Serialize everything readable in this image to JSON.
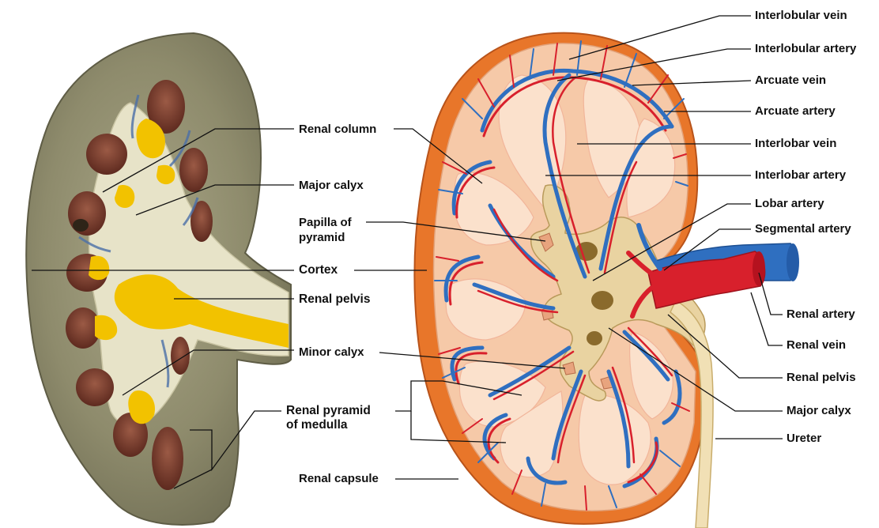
{
  "labels": {
    "renal_column": "Renal column",
    "major_calyx_left": "Major calyx",
    "papilla_line1": "Papilla of",
    "papilla_line2": "pyramid",
    "cortex": "Cortex",
    "renal_pelvis_left": "Renal pelvis",
    "minor_calyx": "Minor calyx",
    "renal_pyramid_line1": "Renal pyramid",
    "renal_pyramid_line2": "of medulla",
    "renal_capsule": "Renal capsule",
    "interlobular_vein": "Interlobular vein",
    "interlobular_artery": "Interlobular artery",
    "arcuate_vein": "Arcuate vein",
    "arcuate_artery": "Arcuate artery",
    "interlobar_vein": "Interlobar vein",
    "interlobar_artery": "Interlobar artery",
    "lobar_artery": "Lobar artery",
    "segmental_artery": "Segmental artery",
    "renal_artery": "Renal artery",
    "renal_vein": "Renal vein",
    "renal_pelvis_right": "Renal pelvis",
    "major_calyx_right": "Major calyx",
    "ureter": "Ureter"
  },
  "colors": {
    "artery": "#d8202c",
    "vein": "#2f6fc0",
    "specimen_tissue": "#8a8a6a",
    "pyramid_dark": "#7a3b2a",
    "fat_yellow": "#f2c200",
    "cortex_peach": "#f6c9a8",
    "pelvis_tan": "#e9d3a1",
    "leader_line": "#111111"
  }
}
